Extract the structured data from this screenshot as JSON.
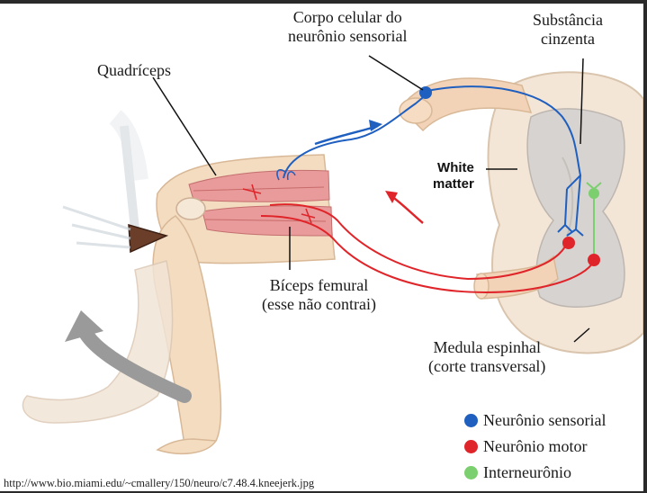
{
  "labels": {
    "sensory_cell_body": [
      "Corpo celular do",
      "neurônio sensorial"
    ],
    "gray_matter": [
      "Substância",
      "cinzenta"
    ],
    "quadriceps": "Quadríceps",
    "white_matter": [
      "White",
      "matter"
    ],
    "biceps": [
      "Bíceps femural",
      "(esse não contrai)"
    ],
    "spinal_cord": [
      "Medula espinhal",
      "(corte transversal)"
    ]
  },
  "legend": [
    {
      "label": "Neurônio sensorial",
      "color": "#1f5fbf"
    },
    {
      "label": "Neurônio motor",
      "color": "#e0252a"
    },
    {
      "label": "Interneurônio",
      "color": "#7ccf6e"
    }
  ],
  "source_url": "http://www.bio.miami.edu/~cmallery/150/neuro/c7.48.4.kneejerk.jpg",
  "colors": {
    "sensory": "#1f5fbf",
    "motor": "#e0252a",
    "interneuron": "#7ccf6e",
    "skin": "#f3dcc0",
    "muscle": "#e99a9a",
    "arrow_gray": "#9a9a9a"
  }
}
